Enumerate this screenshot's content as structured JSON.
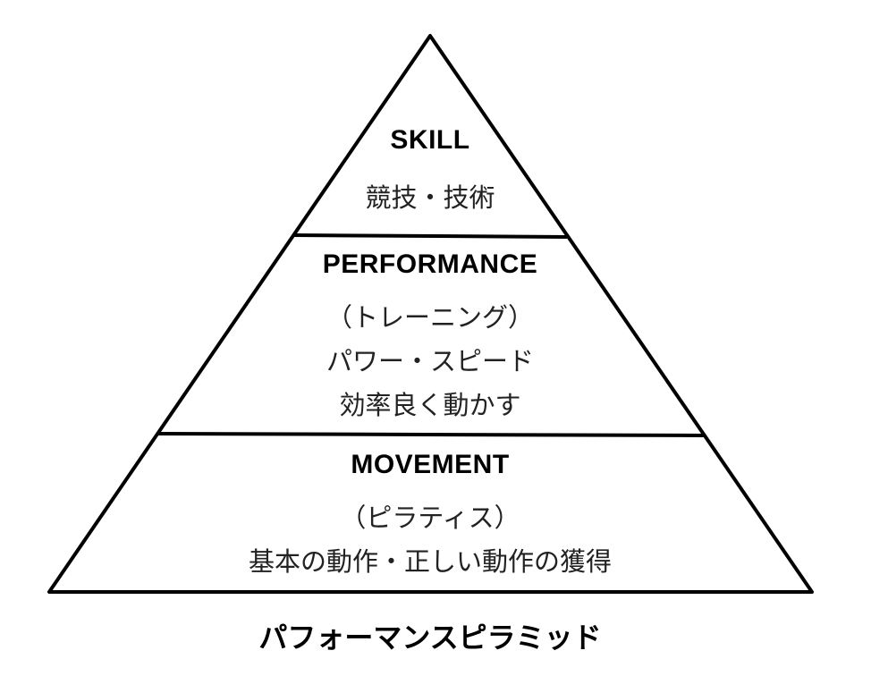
{
  "pyramid": {
    "top": {
      "heading": "SKILL",
      "lines": [
        "競技・技術"
      ]
    },
    "middle": {
      "heading": "PERFORMANCE",
      "lines": [
        "（トレーニング）",
        "パワー・スピード",
        "効率良く動かす"
      ]
    },
    "bottom": {
      "heading": "MOVEMENT",
      "lines": [
        "（ピラティス）",
        "基本の動作・正しい動作の獲得"
      ]
    }
  },
  "title": "パフォーマンスピラミッド",
  "colors": {
    "stroke": "#000000",
    "background": "#ffffff"
  }
}
